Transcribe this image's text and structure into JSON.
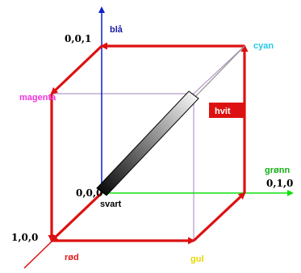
{
  "axes": {
    "blue_label": "blå",
    "green_label": "grønn",
    "red_label": "rød"
  },
  "vertices": {
    "origin_coord": "0,0,0",
    "origin_name": "svart",
    "blue_coord": "0,0,1",
    "green_coord": "0,1,0",
    "red_coord": "1,0,0",
    "cyan_name": "cyan",
    "magenta_name": "magenta",
    "yellow_name": "gul",
    "white_name": "hvit"
  },
  "colors": {
    "blue_axis": "#0b1fd1",
    "green_axis": "#10e010",
    "red_edge": "#dd1111",
    "hidden_edge": "#b39ac7",
    "diagonal_gray": "#9a9a9a",
    "blue_text": "#1a1aa8",
    "green_text": "#14b014",
    "red_text": "#e01a1a",
    "cyan_text": "#22c8e8",
    "magenta_text": "#ee33dd",
    "yellow_text": "#e6d800",
    "white_box_fill": "#dd1111",
    "white_box_text": "#ffffff"
  }
}
